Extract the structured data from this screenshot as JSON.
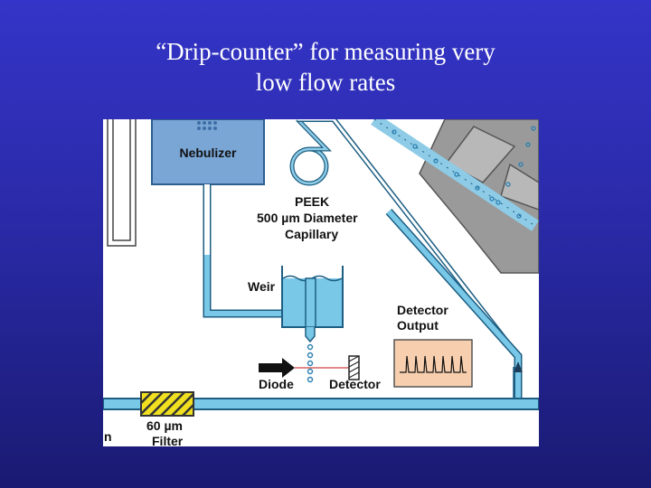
{
  "slide": {
    "title_line1": "“Drip-counter” for measuring very",
    "title_line2": "low flow rates"
  },
  "diagram": {
    "nebulizer": "Nebulizer",
    "peek_line1": "PEEK",
    "peek_line2": "500 µm Diameter",
    "peek_line3": "Capillary",
    "weir": "Weir",
    "detector_output_line1": "Detector",
    "detector_output_line2": "Output",
    "diode": "Diode",
    "detector": "Detector",
    "filter_line1": "60 µm",
    "filter_line2": "Filter",
    "pump_fragment": "n"
  },
  "colors": {
    "liquid": "#79c8e8",
    "tube_outline": "#1d5e82",
    "nebulizer_box": "#7aa6d6",
    "torch_gray": "#9a9a9a",
    "filter_yellow": "#f0e020",
    "output_panel": "#f7cfae",
    "laser_line": "#d04040"
  }
}
